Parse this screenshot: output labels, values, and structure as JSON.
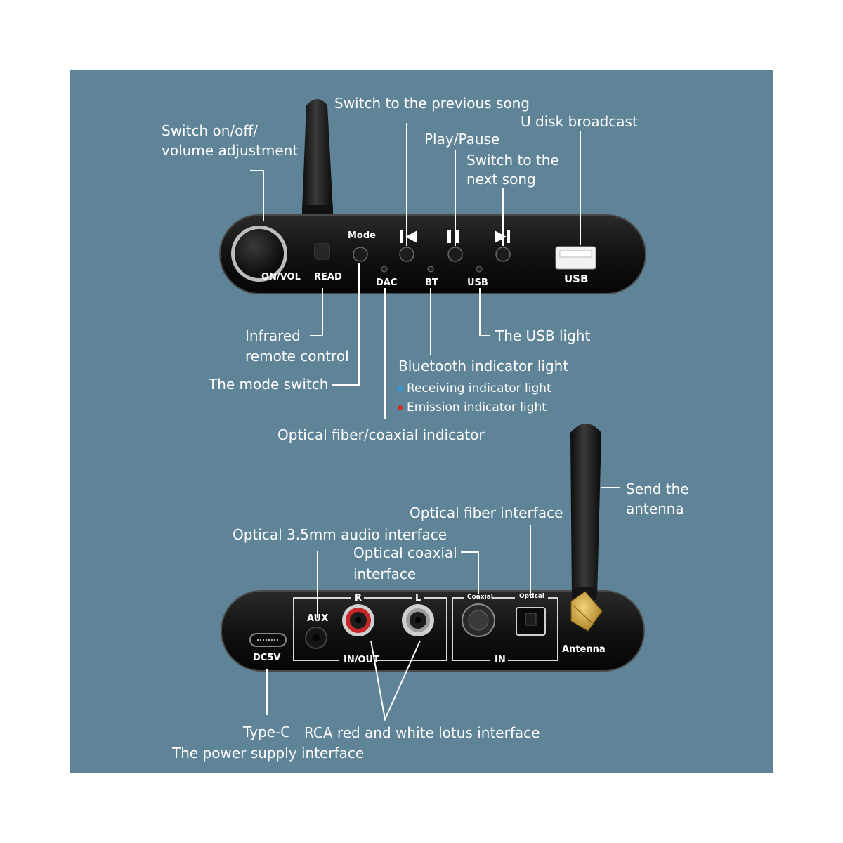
{
  "callouts": {
    "power_volume_line1": "Switch on/off/",
    "power_volume_line2": "volume adjustment",
    "previous_song": "Switch to the previous song",
    "play_pause": "Play/Pause",
    "next_song_line1": "Switch to the",
    "next_song_line2": "next song",
    "u_disk": "U disk broadcast",
    "infrared_line1": "Infrared",
    "infrared_line2": "remote control",
    "mode_switch": "The mode switch",
    "usb_light": "The USB light",
    "bluetooth_light": "Bluetooth indicator light",
    "receiving_light": "Receiving indicator light",
    "emission_light": "Emission indicator light",
    "optical_coaxial_indicator": "Optical fiber/coaxial indicator",
    "send_antenna_line1": "Send the",
    "send_antenna_line2": "antenna",
    "optical_fiber_interface": "Optical fiber interface",
    "optical_35mm": "Optical 3.5mm audio interface",
    "optical_coaxial_line1": "Optical coaxial",
    "optical_coaxial_line2": "interface",
    "type_c": "Type-C",
    "power_supply": "The power supply interface",
    "rca": "RCA red and white lotus interface"
  },
  "device_front": {
    "mode": "Mode",
    "onoff_vol": "ON/VOL",
    "read": "READ",
    "dac": "DAC",
    "bt": "BT",
    "usb_led": "USB",
    "usb_port": "USB"
  },
  "device_back": {
    "aux": "AUX",
    "r": "R",
    "l": "L",
    "in_out": "IN/OUT",
    "coaxial": "Coaxial",
    "optical": "Optical",
    "in": "IN",
    "antenna": "Antenna",
    "dc5v": "DC5V"
  },
  "colors": {
    "background": "#5f8397",
    "device_body": "#141414",
    "receiving_dot": "#2f9be0",
    "emission_dot": "#d62a2a",
    "rca_red": "#c62828",
    "antenna_gold": "#c9a23c"
  }
}
